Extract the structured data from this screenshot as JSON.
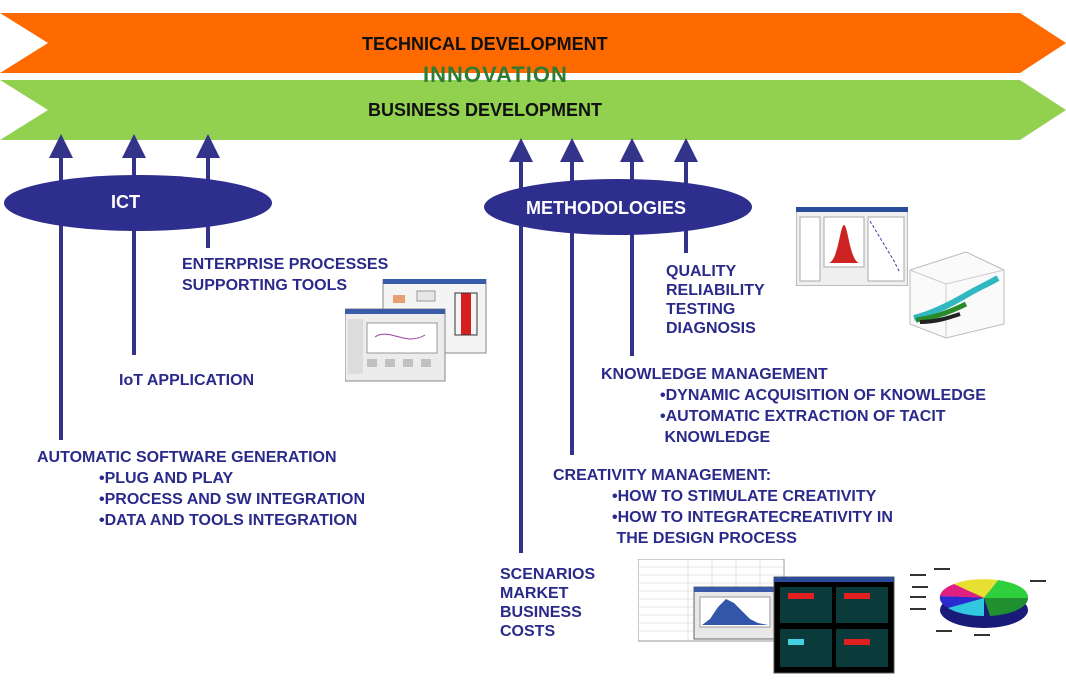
{
  "banners": {
    "technical": "TECHNICAL  DEVELOPMENT",
    "innovation": "INNOVATION",
    "business": "BUSINESS  DEVELOPMENT"
  },
  "ellipses": {
    "ict": "ICT",
    "methodologies": "METHODOLOGIES"
  },
  "ict_items": {
    "enterprise": [
      "ENTERPRISE PROCESSES",
      "SUPPORTING TOOLS"
    ],
    "iot": "IoT APPLICATION",
    "software": [
      "AUTOMATIC SOFTWARE GENERATION",
      "•PLUG AND PLAY",
      "•PROCESS AND SW INTEGRATION",
      "•DATA AND  TOOLS INTEGRATION"
    ]
  },
  "method_items": {
    "quality": [
      "QUALITY",
      "RELIABILITY",
      "TESTING",
      "DIAGNOSIS"
    ],
    "knowledge": [
      "KNOWLEDGE MANAGEMENT",
      "•DYNAMIC ACQUISITION OF KNOWLEDGE",
      "•AUTOMATIC EXTRACTION OF TACIT",
      " KNOWLEDGE"
    ],
    "creativity": [
      "CREATIVITY MANAGEMENT:",
      "•HOW  TO STIMULATE CREATIVITY",
      "•HOW  TO INTEGRATECREATIVITY IN",
      " THE DESIGN PROCESS"
    ],
    "scenarios": [
      "SCENARIOS",
      "MARKET",
      "BUSINESS",
      "COSTS"
    ]
  },
  "colors": {
    "orange_banner": "#ff6a00",
    "green_banner": "#92d050",
    "ellipse": "#2e2e8e",
    "arrow": "#33338a",
    "label": "#2a2a8a"
  }
}
